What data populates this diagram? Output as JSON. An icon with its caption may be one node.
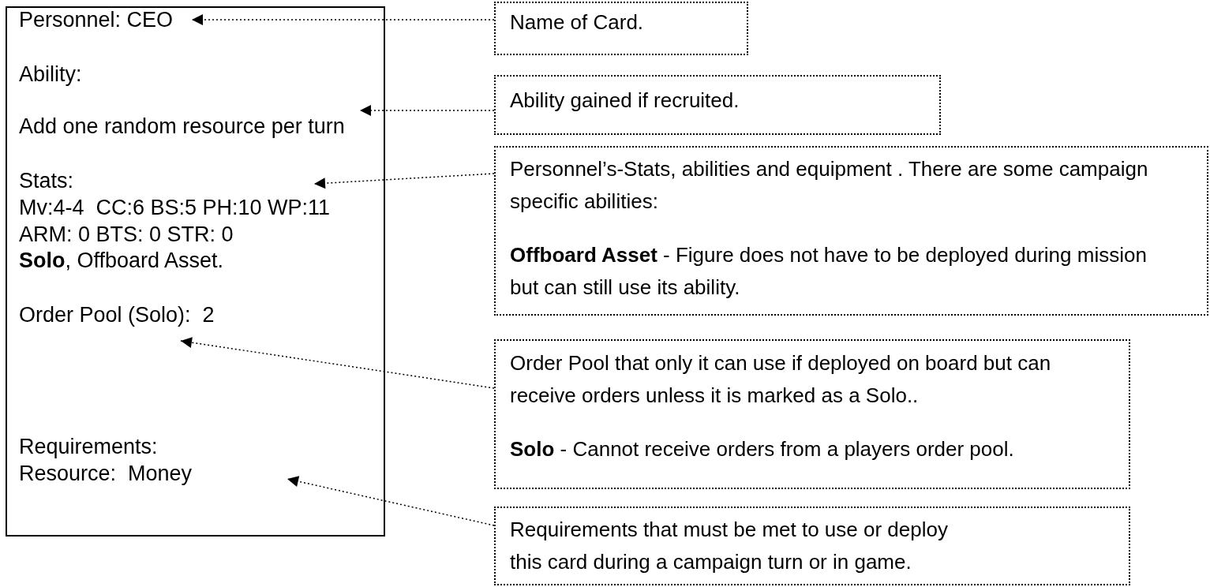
{
  "diagram": {
    "nodes": [
      {
        "text": [
          "Personnel: CEO",
          "Ability:",
          "Add one random resource per turn",
          "Stats:",
          "Mv:4-4  CC:6 BS:5 PH:10 WP:11",
          "ARM: 0 BTS: 0 STR: 0",
          "**Solo**, Offboard Asset.",
          "Order Pool (Solo):  2",
          "Requirements:",
          "Resource:  Money"
        ]
      },
      {
        "text": [
          "Name of Card."
        ]
      },
      {
        "text": [
          "Ability gained if recruited."
        ]
      },
      {
        "text": [
          "Personnel’s-Stats, abilities and equipment . There are some campaign specific abilities:",
          "**Offboard Asset** - Figure does not have to be deployed during mission but can still use its ability."
        ]
      },
      {
        "text": [
          "Order Pool that only it can use if deployed on board but can receive orders unless it is marked as a Solo..",
          "**Solo** - Cannot receive orders from a players order pool."
        ]
      },
      {
        "text": [
          "Requirements that must be met to use or deploy this card during a campaign turn or in game."
        ]
      }
    ],
    "edges": [
      {
        "from": 1,
        "to": 0,
        "arrow": "to"
      },
      {
        "from": 2,
        "to": 0,
        "arrow": "to"
      },
      {
        "from": 3,
        "to": 0,
        "arrow": "to"
      },
      {
        "from": 4,
        "to": 0,
        "arrow": "to"
      },
      {
        "from": 5,
        "to": 0,
        "arrow": "to"
      }
    ]
  }
}
